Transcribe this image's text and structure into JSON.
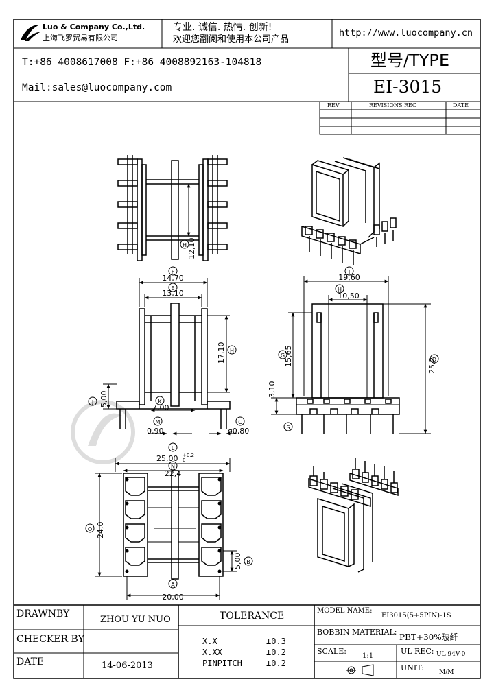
{
  "header": {
    "company_en": "Luo & Company Co.,Ltd.",
    "company_cn": "上海飞罗贸易有限公司",
    "slogan_line1": "专业. 诚信. 热情. 创新!",
    "slogan_line2": "欢迎您翻阅和使用本公司产品",
    "website": "http://www.luocompany.cn",
    "phone_fax": "T:+86 4008617008 F:+86 4008892163-104818",
    "mail": "Mail:sales@luocompany.com",
    "type_label": "型号/TYPE",
    "type_value": "EI-3015"
  },
  "revision_table": {
    "headers": [
      "REV",
      "REVISIONS REC",
      "DATE"
    ]
  },
  "drawing": {
    "dims": {
      "h_12_10": "12,10",
      "f_14_70": "14,70",
      "e_13_10": "13,10",
      "i_19_60": "19,60",
      "h_10_50": "10,50",
      "b_17_10": "17,10",
      "g_15_65": "15,65",
      "d_25_2": "25,2",
      "j_5_00": "5,00",
      "k_7_00": "7,00",
      "m_0_90": "0,90",
      "c_0_80": "ø0,80",
      "s_3_10": "3,10",
      "l_25_00": "25,00",
      "l_tol_plus": "+0.2",
      "l_tol_minus": "0",
      "n_22_4": "22,4",
      "o_24_0": "24,0",
      "b_5_00": "5,00",
      "a_20_00": "20,00"
    },
    "markers": {
      "A": "A",
      "B": "B",
      "C": "C",
      "D": "D",
      "E": "E",
      "F": "F",
      "G": "G",
      "H": "H",
      "I": "I",
      "J": "J",
      "K": "K",
      "L": "L",
      "M": "M",
      "N": "N",
      "O": "O",
      "S": "S"
    }
  },
  "title_block": {
    "drawnby_label": "DRAWNBY",
    "drawnby_value": "ZHOU YU NUO",
    "checker_label": "CHECKER BY",
    "checker_value": "",
    "date_label": "DATE",
    "date_value": "14-06-2013",
    "tolerance_label": "TOLERANCE",
    "tol_rows": [
      {
        "name": "X.X",
        "value": "±0.3"
      },
      {
        "name": "X.XX",
        "value": "±0.2"
      },
      {
        "name": "PINPITCH",
        "value": "±0.2"
      }
    ],
    "model_label": "MODEL NAME:",
    "model_value": "EI3015(5+5PIN)-1S",
    "bobbin_label": "BOBBIN MATERIAL:",
    "bobbin_value": "PBT+30%玻纤",
    "scale_label": "SCALE:",
    "scale_value": "1:1",
    "ulrec_label": "UL REC:",
    "ulrec_value": "UL 94V-0",
    "unit_label": "UNIT:",
    "unit_value": "M/M"
  }
}
